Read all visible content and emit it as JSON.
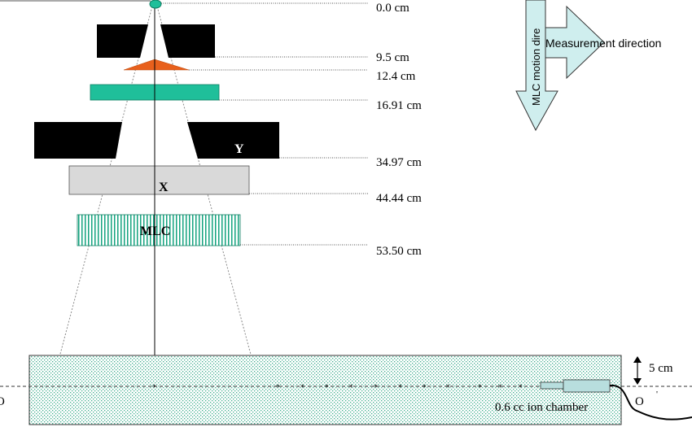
{
  "distances": {
    "d0": "0.0 cm",
    "d1": "9.5 cm",
    "d2": "12.4 cm",
    "d3": "16.91 cm",
    "d4": "34.97 cm",
    "d5": "44.44 cm",
    "d6": "53.50 cm"
  },
  "labels": {
    "jaw_y": "Y",
    "jaw_x": "X",
    "mlc": "MLC",
    "arrow_mlc": "MLC motion dire",
    "arrow_measure": "Measurement direction",
    "depth": "5 cm",
    "chamber": "0.6 cc ion chamber",
    "origin_left": "O",
    "origin_right": "O",
    "origin_right_mark": "'"
  },
  "colors": {
    "jaw": "#000000",
    "wedge": "#e8601c",
    "filter": "#1fbf9a",
    "x_jaw": "#d9d9d9",
    "mlc_stripes": "#14a37f",
    "phantom_dots": "#3fae8e",
    "arrow_fill": "#cfeeee",
    "chamber_fill": "#b8dede"
  }
}
